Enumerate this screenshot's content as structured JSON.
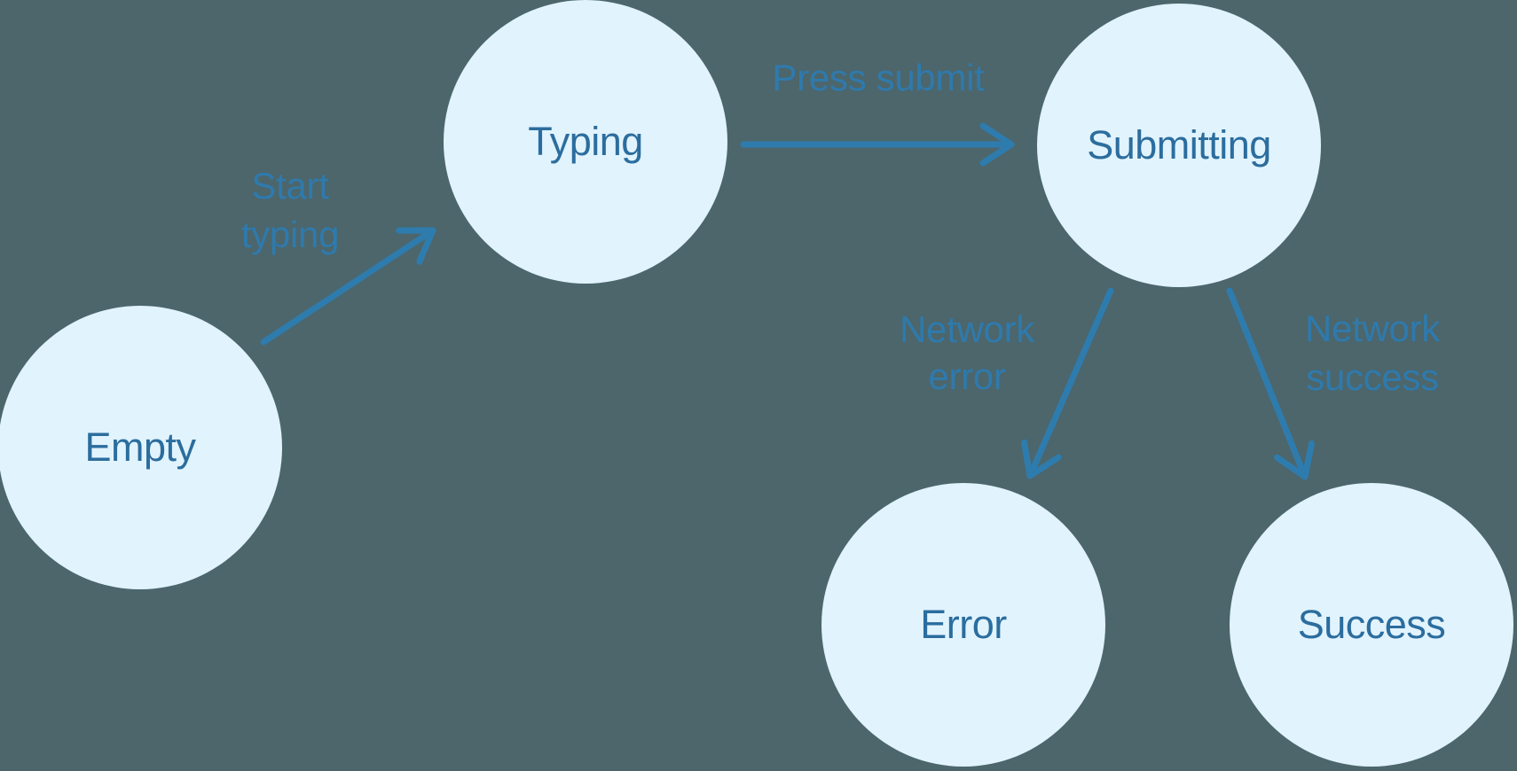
{
  "diagram": {
    "type": "state-machine",
    "nodes": [
      {
        "id": "empty",
        "label": "Empty"
      },
      {
        "id": "typing",
        "label": "Typing"
      },
      {
        "id": "submitting",
        "label": "Submitting"
      },
      {
        "id": "error",
        "label": "Error"
      },
      {
        "id": "success",
        "label": "Success"
      }
    ],
    "edges": [
      {
        "from": "empty",
        "to": "typing",
        "label": "Start typing",
        "label_lines": [
          "Start",
          "typing"
        ]
      },
      {
        "from": "typing",
        "to": "submitting",
        "label": "Press submit",
        "label_lines": [
          "Press submit"
        ]
      },
      {
        "from": "submitting",
        "to": "error",
        "label": "Network error",
        "label_lines": [
          "Network",
          "error"
        ]
      },
      {
        "from": "submitting",
        "to": "success",
        "label": "Network success",
        "label_lines": [
          "Network",
          "success"
        ]
      }
    ]
  },
  "colors": {
    "background": "#4c666c",
    "node_fill": "#e1f3fd",
    "node_text": "#2b6d9e",
    "edge_label": "#2e7aad",
    "arrow": "#2e7cae"
  }
}
